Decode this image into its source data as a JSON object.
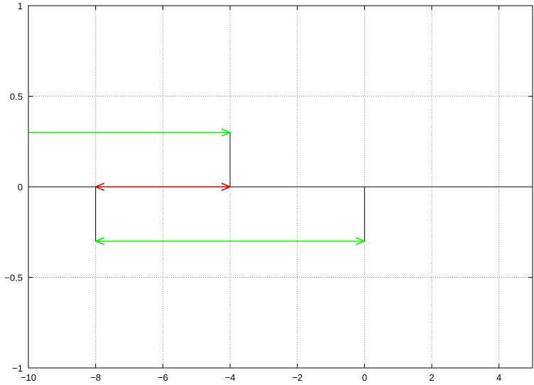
{
  "chart_data": {
    "type": "line",
    "title": "",
    "xlabel": "",
    "ylabel": "",
    "xlim": [
      -10,
      5
    ],
    "ylim": [
      -1,
      1
    ],
    "grid": true,
    "x_ticks": [
      -10,
      -8,
      -6,
      -4,
      -2,
      0,
      2,
      4
    ],
    "y_ticks": [
      -1,
      -0.5,
      0,
      0.5,
      1
    ],
    "x_tick_labels": [
      "−10",
      "−8",
      "−6",
      "−4",
      "−2",
      "0",
      "2",
      "4"
    ],
    "y_tick_labels": [
      "−1",
      "−0.5",
      "0",
      "0.5",
      "1"
    ],
    "lines": [
      {
        "x1": -10,
        "y1": 0,
        "x2": 5,
        "y2": 0,
        "color": "#000000"
      },
      {
        "x1": -4,
        "y1": 0.3,
        "x2": -4,
        "y2": 0,
        "color": "#000000"
      },
      {
        "x1": -8,
        "y1": 0,
        "x2": -8,
        "y2": -0.3,
        "color": "#000000"
      },
      {
        "x1": 0,
        "y1": 0,
        "x2": 0,
        "y2": -0.3,
        "color": "#000000"
      }
    ],
    "arrows": [
      {
        "x1": -10,
        "y1": 0.3,
        "x2": -4,
        "y2": 0.3,
        "heads": "end",
        "color": "#00ee00"
      },
      {
        "x1": -8,
        "y1": 0,
        "x2": -4,
        "y2": 0,
        "heads": "both",
        "color": "#c00000"
      },
      {
        "x1": -8,
        "y1": -0.3,
        "x2": 0,
        "y2": -0.3,
        "heads": "both",
        "color": "#00ee00"
      }
    ]
  }
}
